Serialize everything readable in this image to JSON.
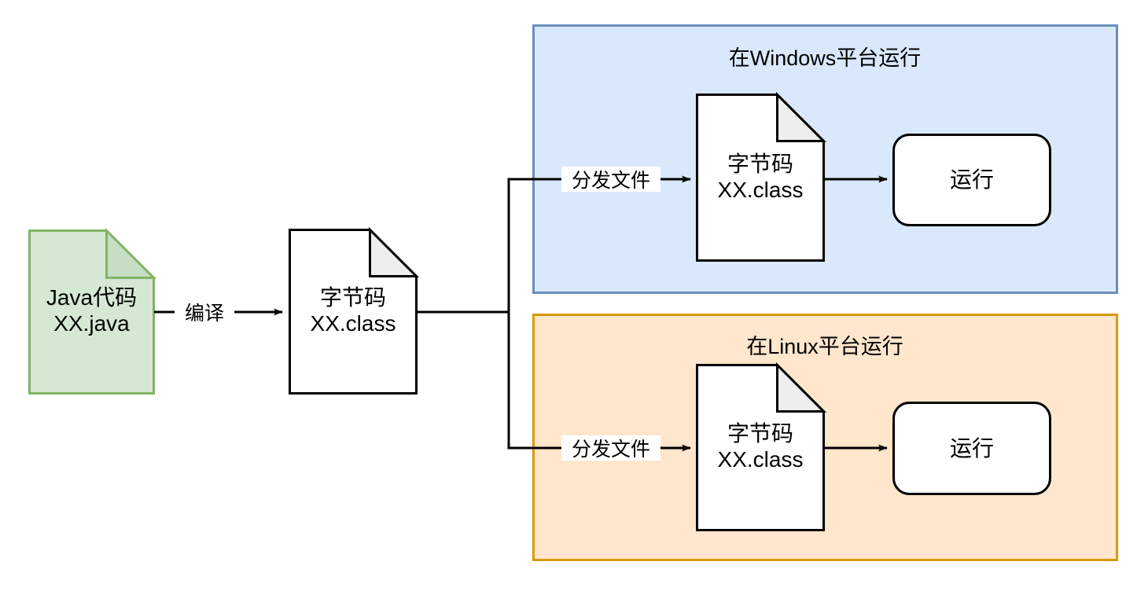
{
  "diagram": {
    "title": "Java compile once run anywhere flow",
    "background": "#ffffff",
    "colors": {
      "source_fill": "#d5e8d4",
      "source_stroke": "#82b366",
      "file_fill": "#ffffff",
      "file_stroke": "#000000",
      "fold_fill": "#eeeeee",
      "windows_panel_fill": "#dae8fc",
      "windows_panel_stroke": "#6c8ebf",
      "linux_panel_fill": "#ffe6cc",
      "linux_panel_stroke": "#d79b00",
      "edge_stroke": "#000000",
      "label_bg": "#ffffff"
    }
  },
  "nodes": {
    "source_file": {
      "name": "java-source-file",
      "line1": "Java代码",
      "line2": "XX.java"
    },
    "bytecode_main": {
      "name": "bytecode-file-main",
      "line1": "字节码",
      "line2": "XX.class"
    },
    "bytecode_windows": {
      "name": "bytecode-file-windows",
      "line1": "字节码",
      "line2": "XX.class"
    },
    "bytecode_linux": {
      "name": "bytecode-file-linux",
      "line1": "字节码",
      "line2": "XX.class"
    },
    "run_windows": {
      "name": "run-box-windows",
      "label": "运行"
    },
    "run_linux": {
      "name": "run-box-linux",
      "label": "运行"
    }
  },
  "panels": {
    "windows": {
      "title": "在Windows平台运行"
    },
    "linux": {
      "title": "在Linux平台运行"
    }
  },
  "edges": {
    "compile": {
      "label": "编译"
    },
    "distribute_windows": {
      "label": "分发文件"
    },
    "distribute_linux": {
      "label": "分发文件"
    },
    "windows_run": {
      "label": ""
    },
    "linux_run": {
      "label": ""
    }
  }
}
